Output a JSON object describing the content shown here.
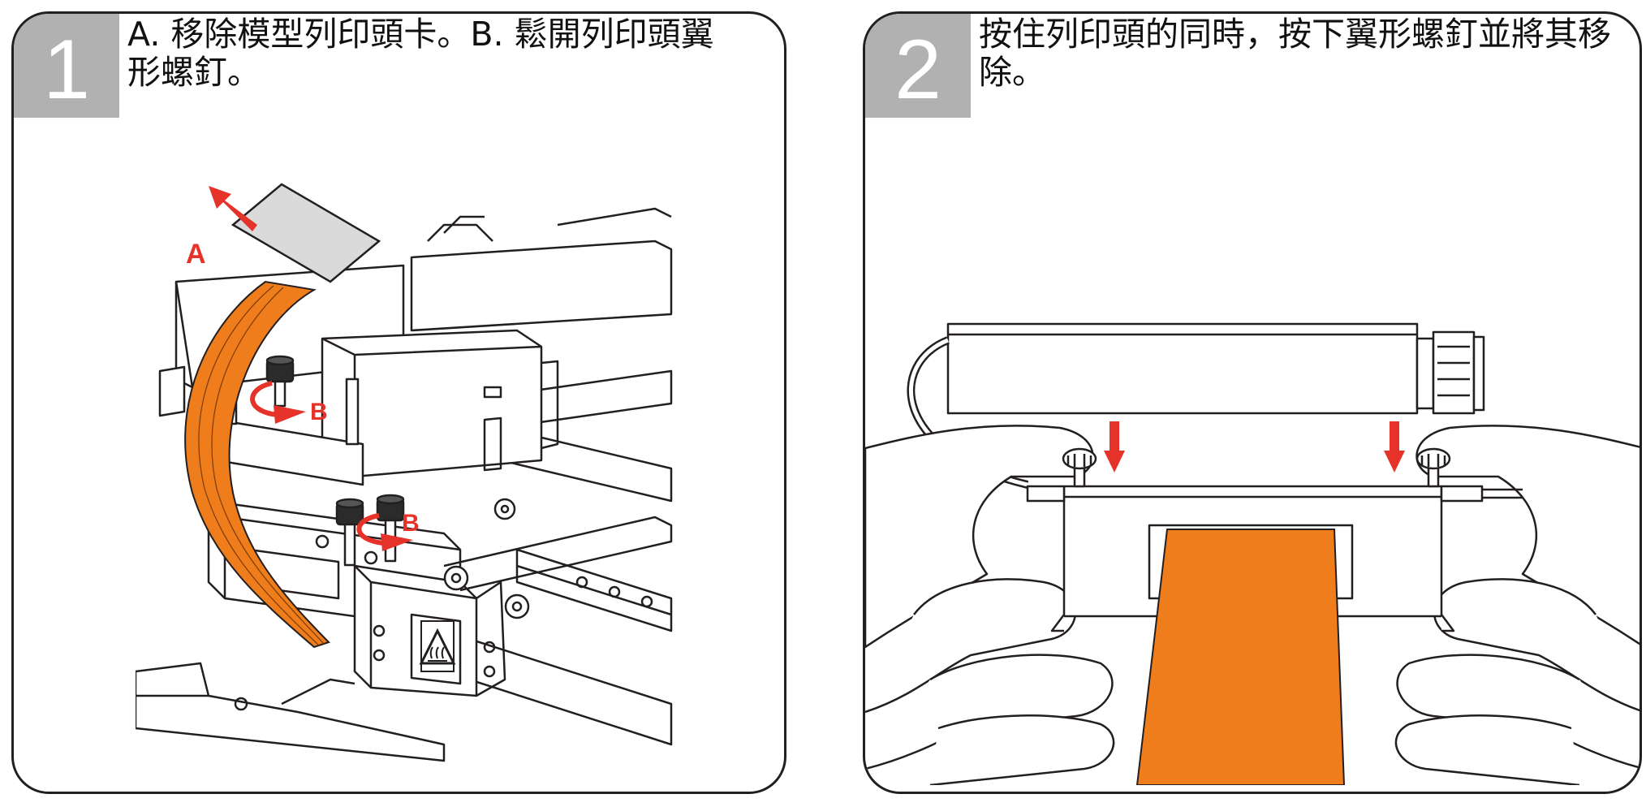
{
  "steps": [
    {
      "number": "1",
      "caption": "A. 移除模型列印頭卡。B. 鬆開列印頭翼形螺釘。",
      "labels": {
        "a": "A",
        "b1": "B",
        "b2": "B"
      }
    },
    {
      "number": "2",
      "caption": "按住列印頭的同時，按下翼形螺釘並將其移除。"
    }
  ],
  "colors": {
    "accent_red": "#e63329",
    "ribbon_orange": "#ef7d1c",
    "number_box_gray": "#b1b1b1",
    "line": "#231f20"
  },
  "icons": [
    "hot-surface-warning-icon",
    "arrow-icon"
  ]
}
